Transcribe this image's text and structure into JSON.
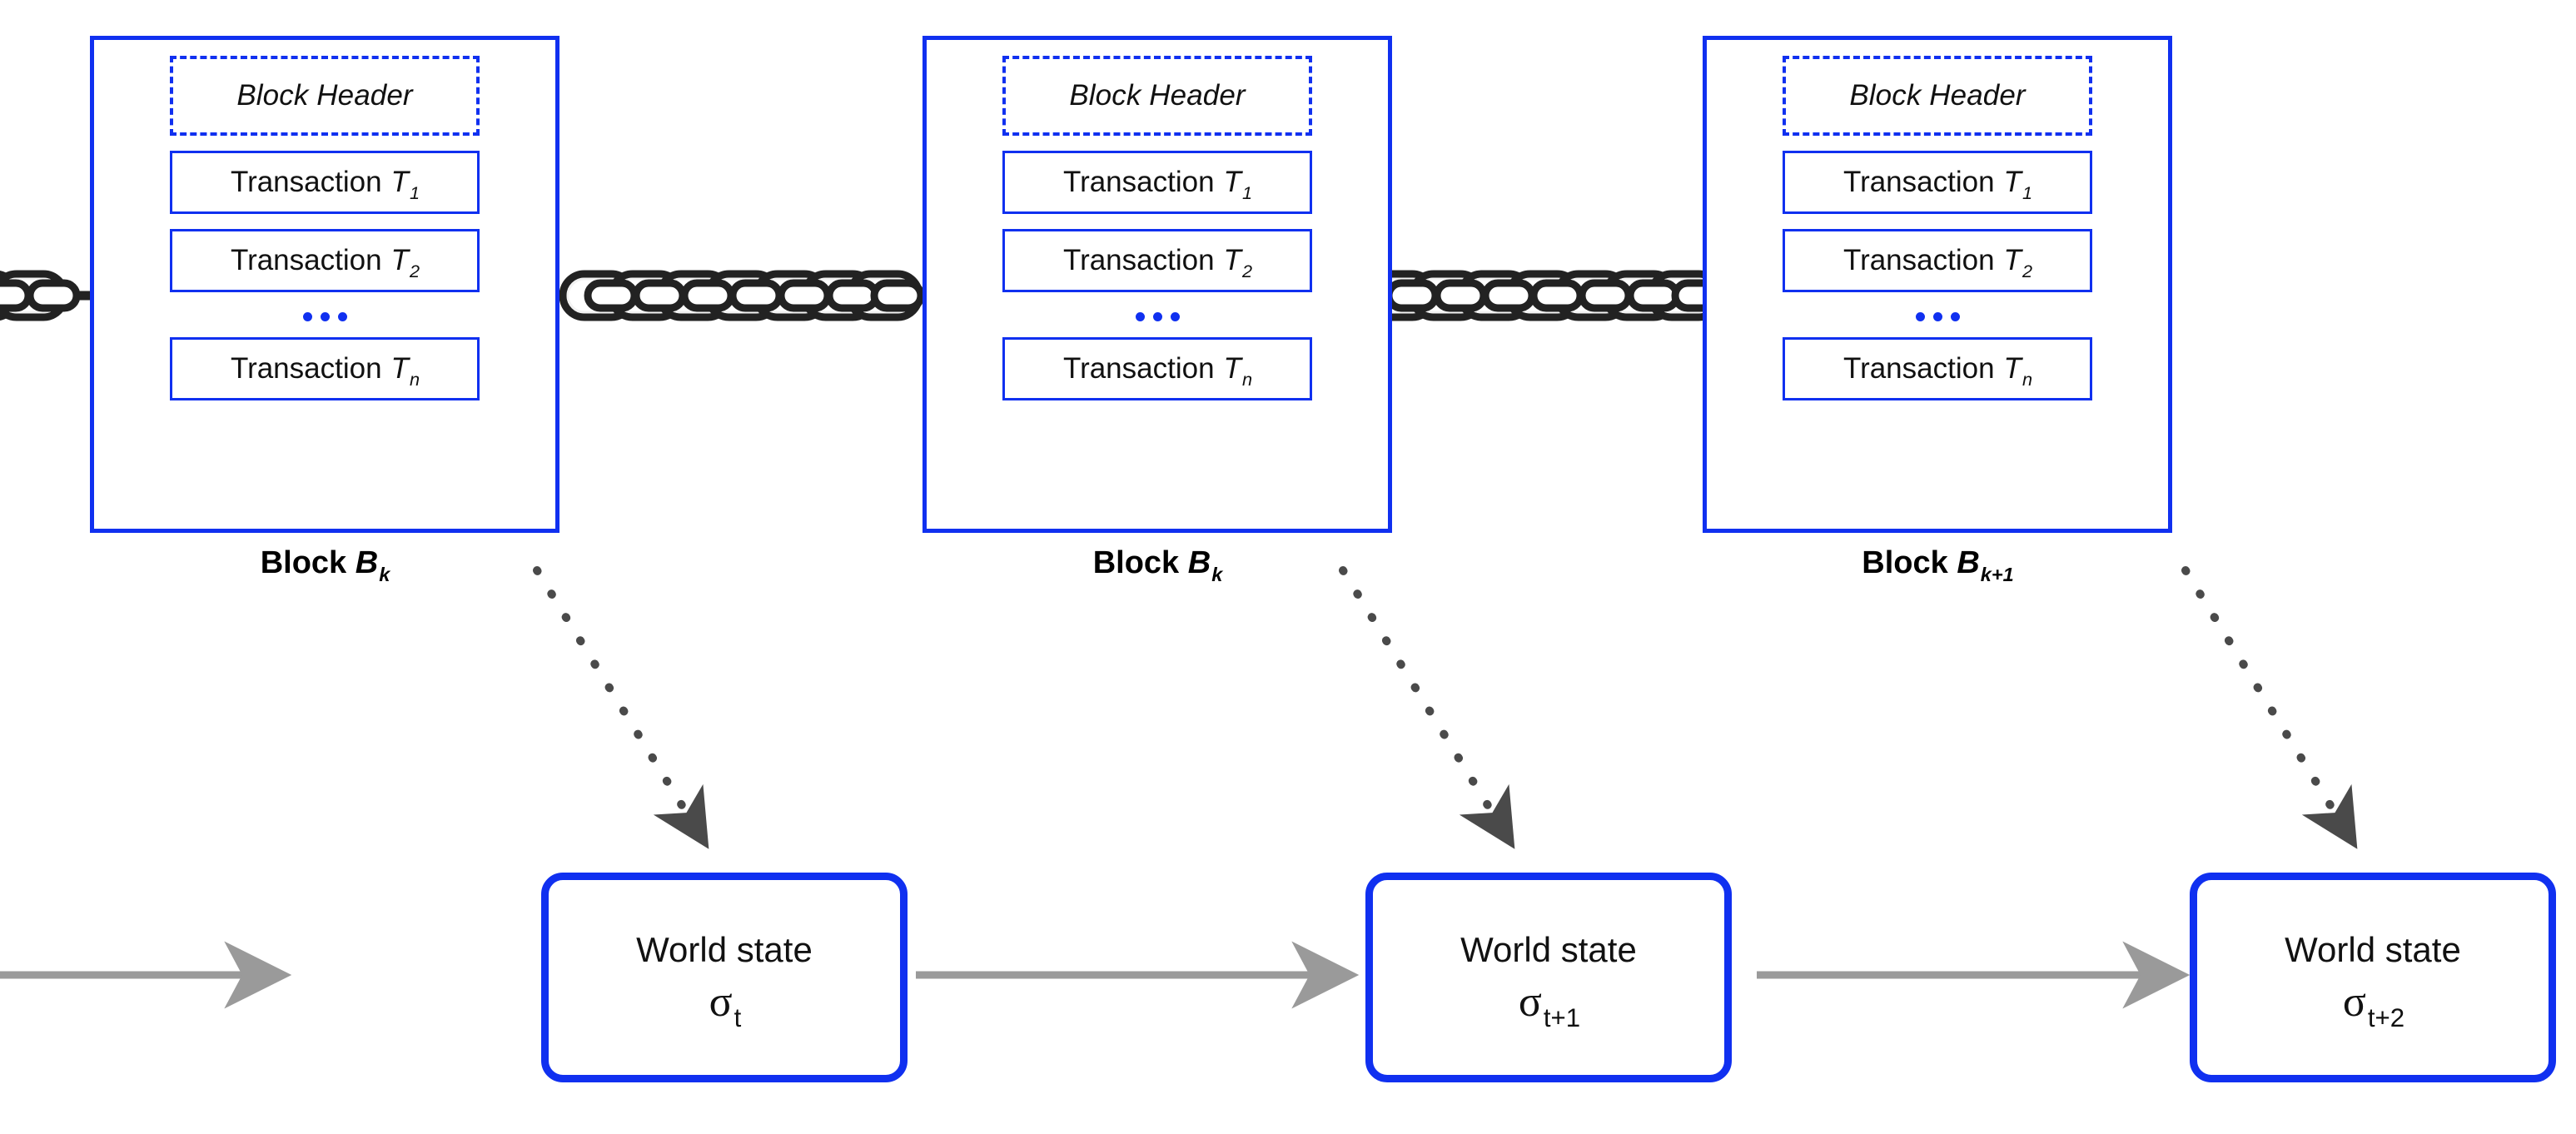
{
  "diagram": {
    "title": "Blockchain blocks and world state transitions",
    "colors": {
      "block_blue": "#1030f0",
      "text_black": "#111111",
      "arrow_gray": "#999999",
      "dotted_arrow_gray": "#4a4a4a"
    }
  },
  "blocks": [
    {
      "header_label": "Block Header",
      "transactions": [
        {
          "prefix": "Transaction",
          "symbol": "T",
          "subscript": "1"
        },
        {
          "prefix": "Transaction",
          "symbol": "T",
          "subscript": "2"
        },
        {
          "prefix": "Transaction",
          "symbol": "T",
          "subscript": "n"
        }
      ],
      "ellipsis": "...",
      "caption_prefix": "Block",
      "caption_symbol": "B",
      "caption_subscript": "k"
    },
    {
      "header_label": "Block Header",
      "transactions": [
        {
          "prefix": "Transaction",
          "symbol": "T",
          "subscript": "1"
        },
        {
          "prefix": "Transaction",
          "symbol": "T",
          "subscript": "2"
        },
        {
          "prefix": "Transaction",
          "symbol": "T",
          "subscript": "n"
        }
      ],
      "ellipsis": "...",
      "caption_prefix": "Block",
      "caption_symbol": "B",
      "caption_subscript": "k"
    },
    {
      "header_label": "Block Header",
      "transactions": [
        {
          "prefix": "Transaction",
          "symbol": "T",
          "subscript": "1"
        },
        {
          "prefix": "Transaction",
          "symbol": "T",
          "subscript": "2"
        },
        {
          "prefix": "Transaction",
          "symbol": "T",
          "subscript": "n"
        }
      ],
      "ellipsis": "...",
      "caption_prefix": "Block",
      "caption_symbol": "B",
      "caption_subscript": "k+1"
    }
  ],
  "world_states": [
    {
      "label": "World state",
      "symbol": "σ",
      "subscript": "t"
    },
    {
      "label": "World state",
      "symbol": "σ",
      "subscript": "t+1"
    },
    {
      "label": "World state",
      "symbol": "σ",
      "subscript": "t+2"
    }
  ],
  "connectors": {
    "chain_links": "chain-link-connector",
    "dotted_arrow": "dotted-arrow-block-to-state",
    "state_arrow": "state-transition-arrow"
  }
}
